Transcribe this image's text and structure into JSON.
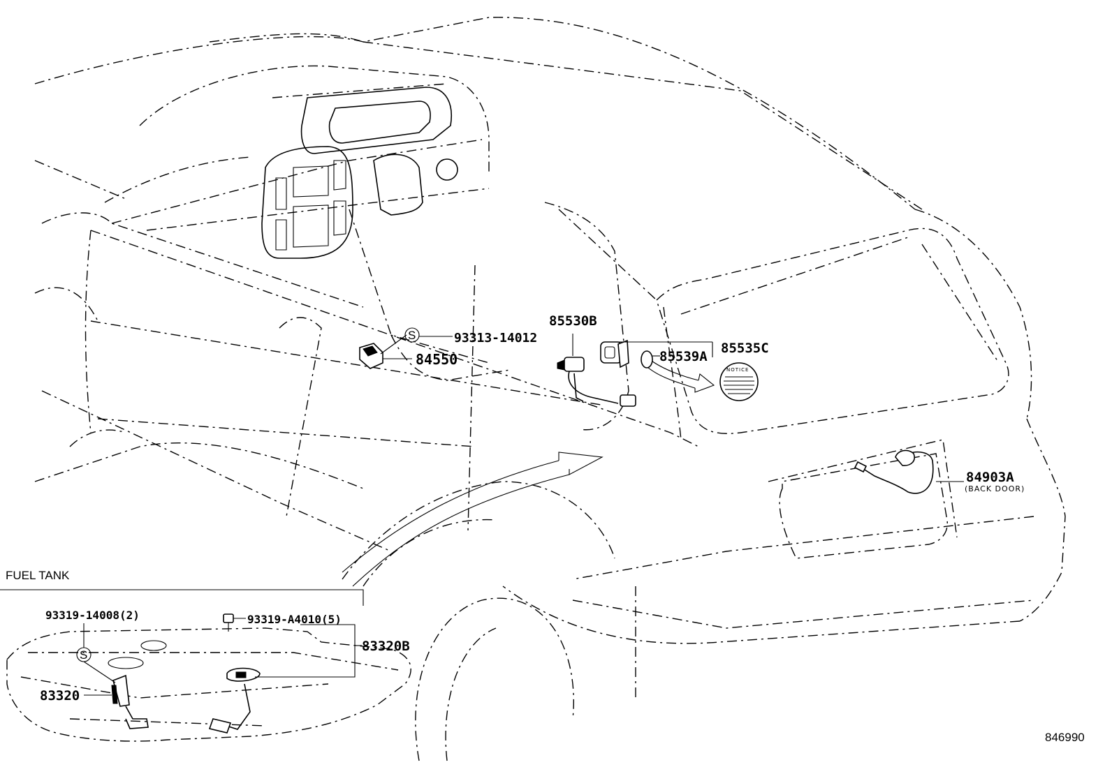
{
  "section_label": "FUEL TANK",
  "reference_number": "846990",
  "circle_symbol": "S",
  "notice_label": "NOTICE",
  "callouts": {
    "p93313": "93313-14012",
    "p84550": "84550",
    "p85530b": "85530B",
    "p85539a": "85539A",
    "p85535c": "85535C",
    "p84903a": "84903A",
    "p84903a_note": "(BACK DOOR)",
    "p93319_14008": "93319-14008(2)",
    "p93319_a4010": "93319-A4010(5)",
    "p83320b": "83320B",
    "p83320": "83320"
  }
}
